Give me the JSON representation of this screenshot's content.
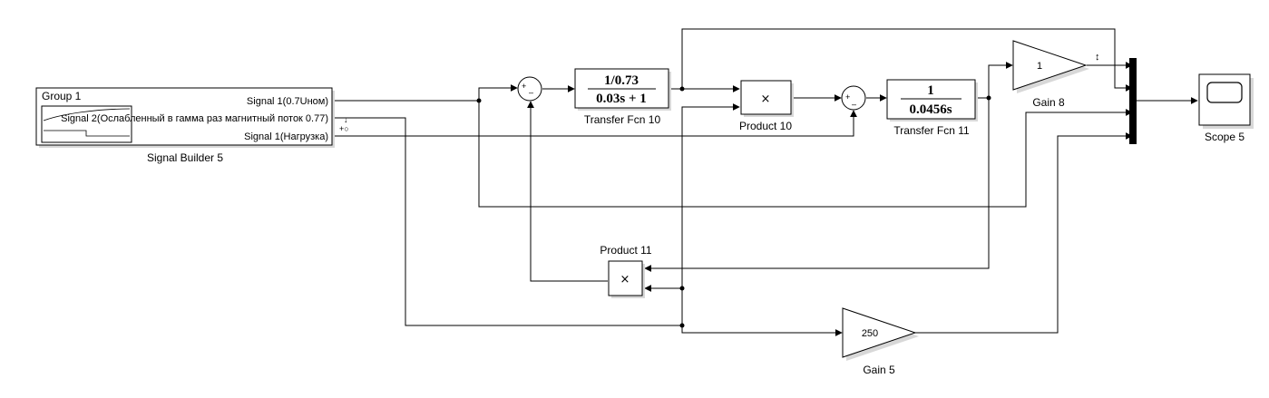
{
  "signal_builder": {
    "group": "Group 1",
    "signal_1": "Signal 1(0.7Uном)",
    "signal_2": "Signal 2(Ослабленный в гамма раз магнитный поток 0.77)",
    "signal_3": "Signal 1(Нагрузка)",
    "name": "Signal Builder 5"
  },
  "sum_a": {
    "top_sign": "+",
    "right_sign": "–"
  },
  "sum_b": {
    "top_sign": "+",
    "right_sign": "–"
  },
  "tf10": {
    "numerator": "1/0.73",
    "denominator": "0.03s + 1",
    "name": "Transfer Fcn 10"
  },
  "tf11": {
    "numerator": "1",
    "denominator": "0.0456s",
    "name": "Transfer Fcn 11"
  },
  "product10": {
    "symbol": "×",
    "name": "Product 10"
  },
  "product11": {
    "symbol": "×",
    "name": "Product 11"
  },
  "gain8": {
    "value": "1",
    "name": "Gain 8"
  },
  "gain5": {
    "value": "250",
    "name": "Gain 5"
  },
  "scope": {
    "name": "Scope 5"
  },
  "markers": {
    "plus_circle": "+○",
    "down_arrow": "↓",
    "updown_arrow": "↕"
  }
}
